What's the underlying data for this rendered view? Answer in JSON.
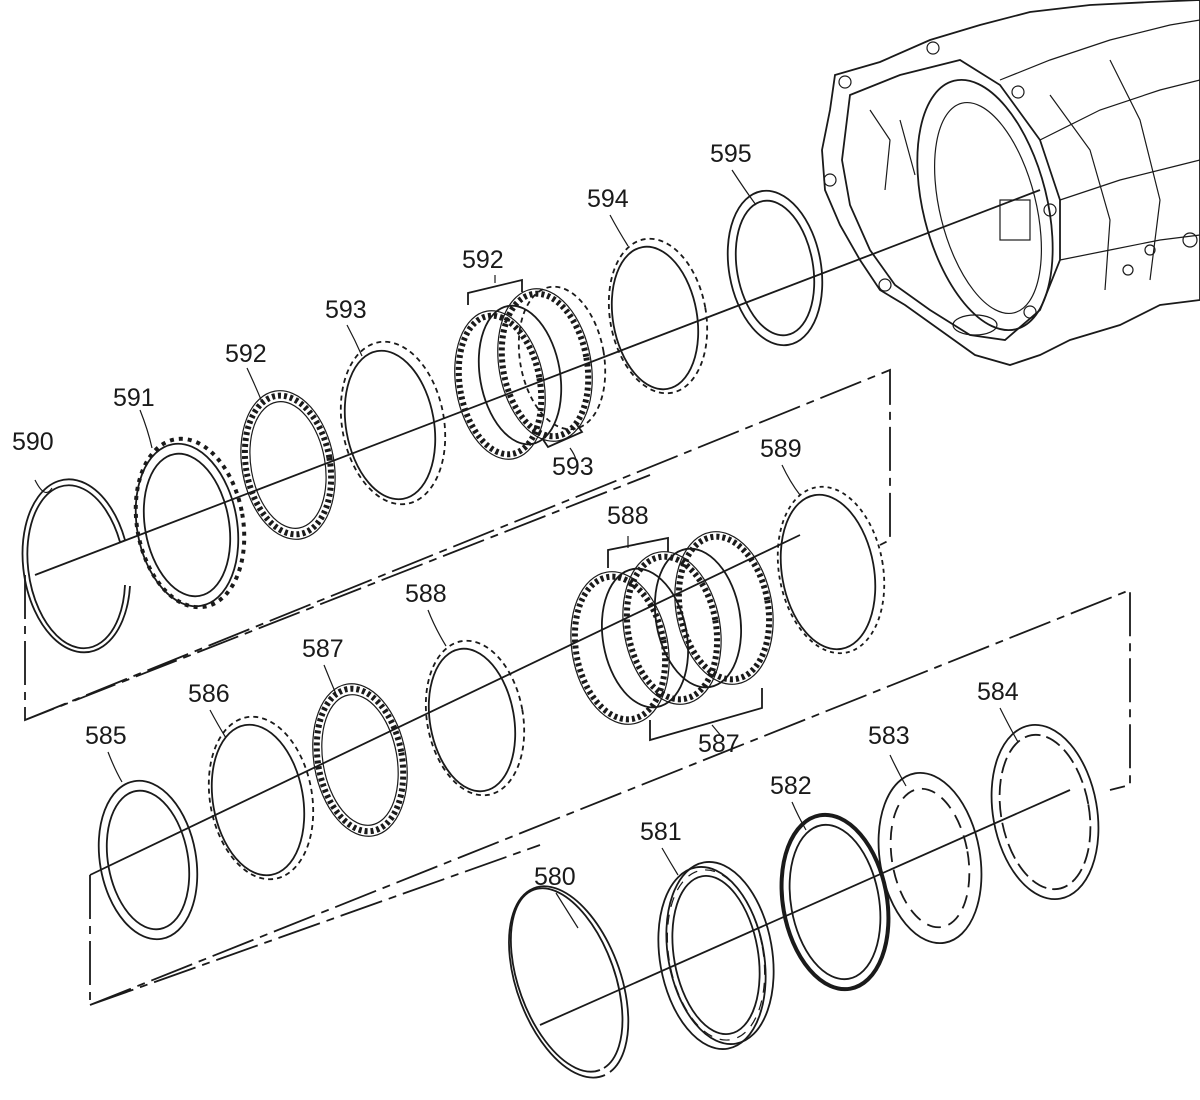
{
  "callouts": {
    "c580": "580",
    "c581": "581",
    "c582": "582",
    "c583": "583",
    "c584": "584",
    "c585": "585",
    "c586": "586",
    "c587a": "587",
    "c587b": "587",
    "c588a": "588",
    "c588b": "588",
    "c589": "589",
    "c590": "590",
    "c591": "591",
    "c592a": "592",
    "c592b": "592",
    "c593a": "593",
    "c593b": "593",
    "c594": "594",
    "c595": "595"
  }
}
